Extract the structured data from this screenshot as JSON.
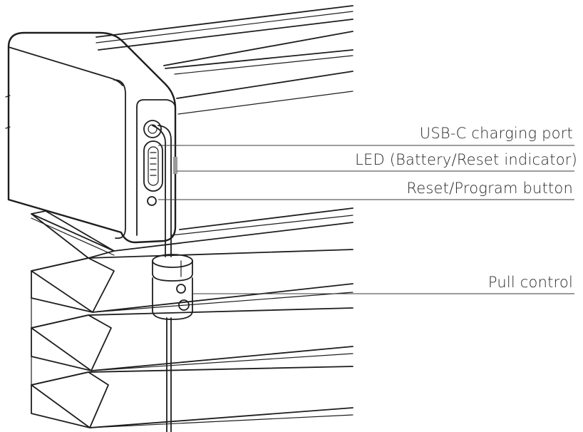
{
  "callouts": [
    {
      "id": "usb",
      "label": "USB-C charging port"
    },
    {
      "id": "led",
      "label": "LED (Battery/Reset indicator)"
    },
    {
      "id": "reset",
      "label": "Reset/Program button"
    },
    {
      "id": "pull",
      "label": "Pull control"
    }
  ],
  "colors": {
    "line": "#1e1e1e",
    "text": "#2a2a2a",
    "background": "#ffffff"
  }
}
